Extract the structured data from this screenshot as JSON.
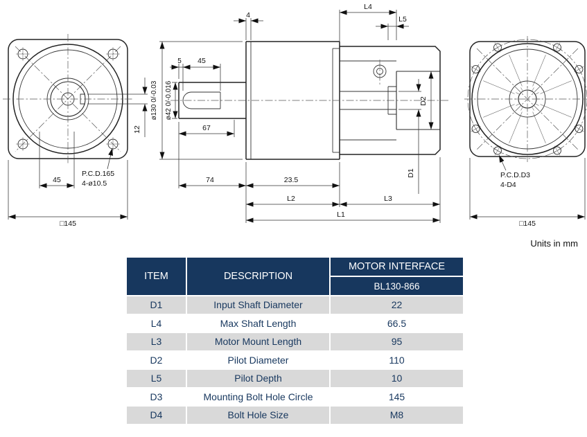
{
  "units_note": "Units in mm",
  "drawing": {
    "front_view": {
      "dim_45": "45",
      "dim_square": "□145",
      "dim_12": "12",
      "pcd_label": "P.C.D.165",
      "holes_label": "4-ø10.5"
    },
    "section_view": {
      "dim_4": "4",
      "dim_5": "5",
      "dim_45": "45",
      "dim_67": "67",
      "dim_74": "74",
      "dim_23_5": "23.5",
      "dia_130": "ø130 0/-0.03",
      "dia_42": "ø42 0/-0.016",
      "l1": "L1",
      "l2": "L2",
      "l3": "L3",
      "l4": "L4",
      "l5": "L5",
      "d1": "D1",
      "d2": "D2"
    },
    "rear_view": {
      "dim_square": "□145",
      "pcd_label": "P.C.D.D3",
      "holes_label": "4-D4"
    }
  },
  "table": {
    "header": {
      "item": "ITEM",
      "description": "DESCRIPTION",
      "motor_interface": "MOTOR INTERFACE",
      "model": "BL130-866"
    },
    "rows": [
      [
        "D1",
        "Input Shaft Diameter",
        "22"
      ],
      [
        "L4",
        "Max Shaft Length",
        "66.5"
      ],
      [
        "L3",
        "Motor Mount Length",
        "95"
      ],
      [
        "D2",
        "Pilot Diameter",
        "110"
      ],
      [
        "L5",
        "Pilot Depth",
        "10"
      ],
      [
        "D3",
        "Mounting Bolt Hole Circle",
        "145"
      ],
      [
        "D4",
        "Bolt Hole Size",
        "M8"
      ]
    ],
    "colors": {
      "header_bg": "#17375e",
      "row_alt_bg": "#d9d9d9",
      "text": "#17375e"
    }
  }
}
